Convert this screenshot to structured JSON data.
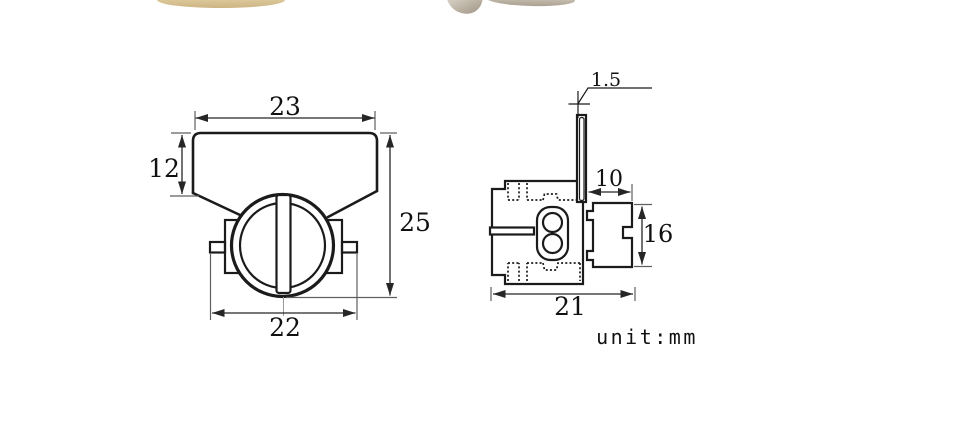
{
  "window": {
    "background": "#ffffff"
  },
  "colors": {
    "outline": "#1b1b1b",
    "dim": "#262626",
    "ext": "#5f5f5f",
    "guide": "#9a9a9a",
    "text": "#111111",
    "frag_beige_light": "#e9d9ae",
    "frag_beige": "#cdb483",
    "frag_gray_light": "#d8d2c6",
    "frag_gray": "#aba192"
  },
  "drawing": {
    "unit_label": "unit:mm",
    "front_view": {
      "dimensions": {
        "paddle_width": "23",
        "paddle_height": "12",
        "overall_height": "25",
        "body_width": "22"
      }
    },
    "side_view": {
      "dimensions": {
        "blade_thickness": "1.5",
        "terminal_width": "10",
        "terminal_height": "16",
        "body_width": "21"
      }
    }
  }
}
